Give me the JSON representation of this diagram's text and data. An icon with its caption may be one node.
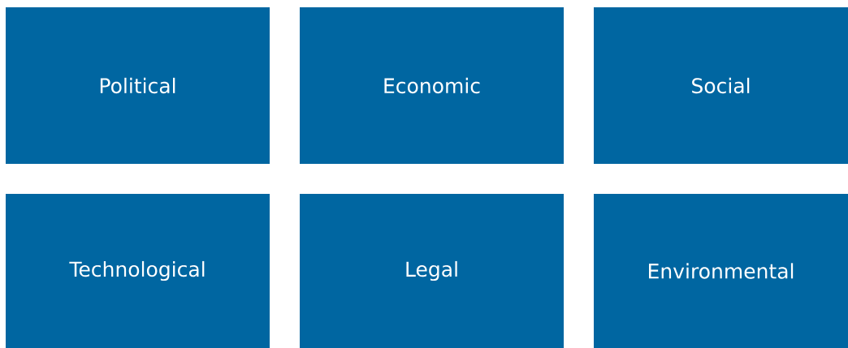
{
  "diagram": {
    "nodes": [
      {
        "text": [
          "Political"
        ]
      },
      {
        "text": [
          "Economic"
        ]
      },
      {
        "text": [
          "Social"
        ]
      },
      {
        "text": [
          "Technological"
        ]
      },
      {
        "text": [
          "Legal"
        ]
      },
      {
        "text": [
          "Environmental"
        ]
      }
    ]
  }
}
